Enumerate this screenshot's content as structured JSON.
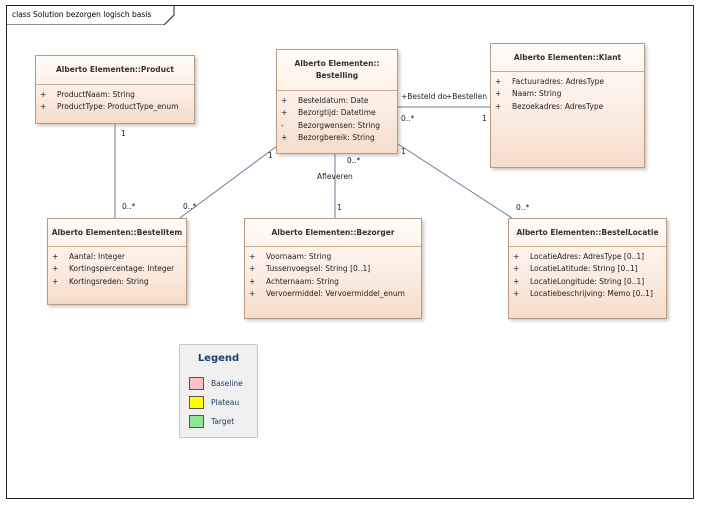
{
  "frame": {
    "title": "class Solution bezorgen logisch basis"
  },
  "classes": {
    "product": {
      "name": "Alberto Elementen::Product",
      "attrs": [
        {
          "vis": "+",
          "text": "ProductNaam: String"
        },
        {
          "vis": "+",
          "text": "ProductType: ProductType_enum"
        }
      ]
    },
    "bestelling": {
      "name_line1": "Alberto Elementen::",
      "name_line2": "Bestelling",
      "attrs": [
        {
          "vis": "+",
          "text": "Besteldatum: Date"
        },
        {
          "vis": "+",
          "text": "Bezorgtijd: Datetime"
        },
        {
          "vis": "-",
          "text": "Bezorgwensen: String"
        },
        {
          "vis": "+",
          "text": "Bezorgbereik: String"
        }
      ]
    },
    "klant": {
      "name": "Alberto Elementen::Klant",
      "attrs": [
        {
          "vis": "+",
          "text": "Factuuradres: AdresType"
        },
        {
          "vis": "+",
          "text": "Naam: String"
        },
        {
          "vis": "+",
          "text": "Bezoekadres: AdresType"
        }
      ]
    },
    "bestelitem": {
      "name": "Alberto Elementen::Bestelitem",
      "attrs": [
        {
          "vis": "+",
          "text": "Aantal: Integer"
        },
        {
          "vis": "+",
          "text": "Kortingspercentage: Integer"
        },
        {
          "vis": "+",
          "text": "Kortingsreden: String"
        }
      ]
    },
    "bezorger": {
      "name": "Alberto Elementen::Bezorger",
      "attrs": [
        {
          "vis": "+",
          "text": "Voornaam: String"
        },
        {
          "vis": "+",
          "text": "Tussenvoegsel: String [0..1]"
        },
        {
          "vis": "+",
          "text": "Achternaam: String"
        },
        {
          "vis": "+",
          "text": "Vervoermiddel: Vervoermiddel_enum"
        }
      ]
    },
    "bestellocatie": {
      "name": "Alberto Elementen::BestelLocatie",
      "attrs": [
        {
          "vis": "+",
          "text": "LocatieAdres: AdresType [0..1]"
        },
        {
          "vis": "+",
          "text": "LocatieLatitude: String [0..1]"
        },
        {
          "vis": "+",
          "text": "LocatieLongitude: String [0..1]"
        },
        {
          "vis": "+",
          "text": "Locatiebeschrijving: Memo [0..1]"
        }
      ]
    }
  },
  "labels": {
    "product_mult": "1",
    "bestelitem_product_mult": "0..*",
    "bestelitem_bestelling_mult": "0..*",
    "bestelling_bestelitem_mult": "1",
    "besteld_door_role": "+Besteld do",
    "bestellen_role": "+Bestellen",
    "bestelling_klant_mult": "0..*",
    "klant_mult": "1",
    "bestelling_bezorger_mult": "0..*",
    "afleveren": "Afleveren",
    "bezorger_mult": "1",
    "bestelling_locatie_mult": "1",
    "locatie_mult": "0..*"
  },
  "legend": {
    "title": "Legend",
    "items": [
      {
        "label": "Baseline",
        "color": "#f9c0c8"
      },
      {
        "label": "Plateau",
        "color": "#ffff00"
      },
      {
        "label": "Target",
        "color": "#90e890"
      }
    ]
  }
}
